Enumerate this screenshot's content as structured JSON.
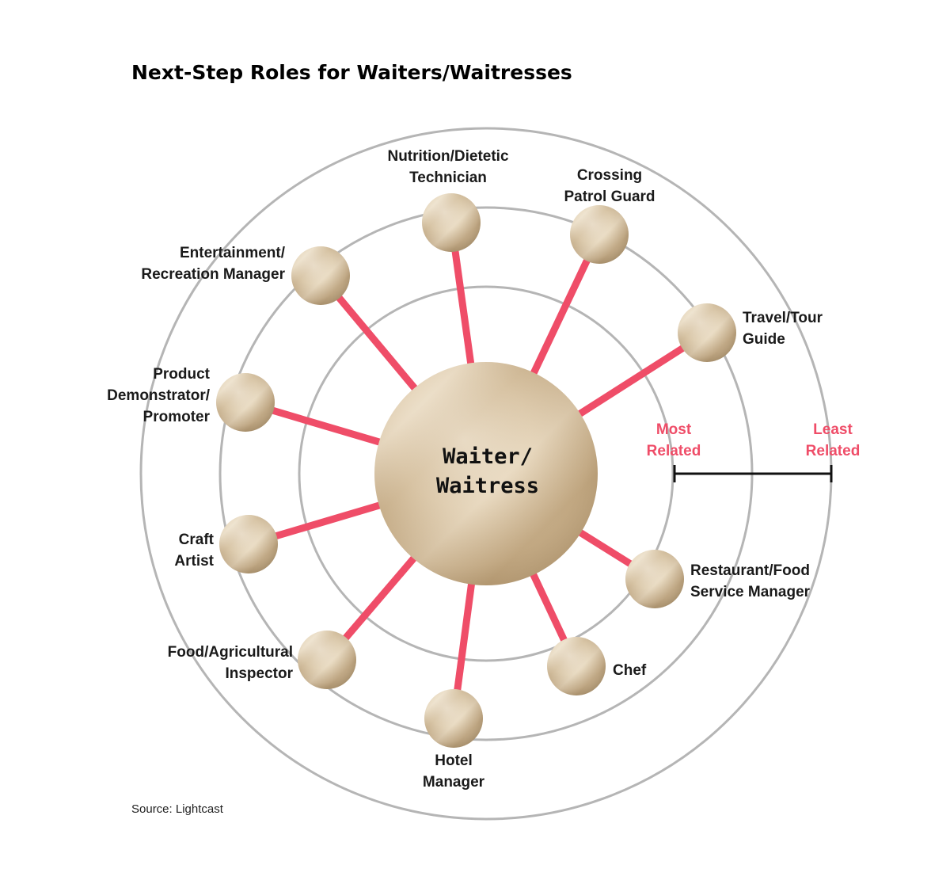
{
  "title": "Next-Step Roles for Waiters/Waitresses",
  "center": {
    "line1": "Waiter/",
    "line2": "Waitress"
  },
  "scale": {
    "most_line1": "Most",
    "most_line2": "Related",
    "least_line1": "Least",
    "least_line2": "Related"
  },
  "roles": [
    {
      "id": "nutrition-dietetic-technician",
      "lines": [
        "Nutrition/Dietetic",
        "Technician"
      ]
    },
    {
      "id": "crossing-patrol-guard",
      "lines": [
        "Crossing",
        "Patrol Guard"
      ]
    },
    {
      "id": "travel-tour-guide",
      "lines": [
        "Travel/Tour",
        "Guide"
      ]
    },
    {
      "id": "restaurant-food-service-manager",
      "lines": [
        "Restaurant/Food",
        "Service Manager"
      ]
    },
    {
      "id": "chef",
      "lines": [
        "Chef"
      ]
    },
    {
      "id": "hotel-manager",
      "lines": [
        "Hotel",
        "Manager"
      ]
    },
    {
      "id": "food-agricultural-inspector",
      "lines": [
        "Food/Agricultural",
        "Inspector"
      ]
    },
    {
      "id": "craft-artist",
      "lines": [
        "Craft",
        "Artist"
      ]
    },
    {
      "id": "product-demonstrator-promoter",
      "lines": [
        "Product",
        "Demonstrator/",
        "Promoter"
      ]
    },
    {
      "id": "entertainment-recreation-manager",
      "lines": [
        "Entertainment/",
        "Recreation Manager"
      ]
    }
  ],
  "source": "Source: Lightcast",
  "colors": {
    "connector": "#ef4d68",
    "ring": "#b5b5b5",
    "scale_text": "#ef4d68",
    "wood_light": "#efe2cb",
    "wood_dark": "#b79f7c"
  }
}
